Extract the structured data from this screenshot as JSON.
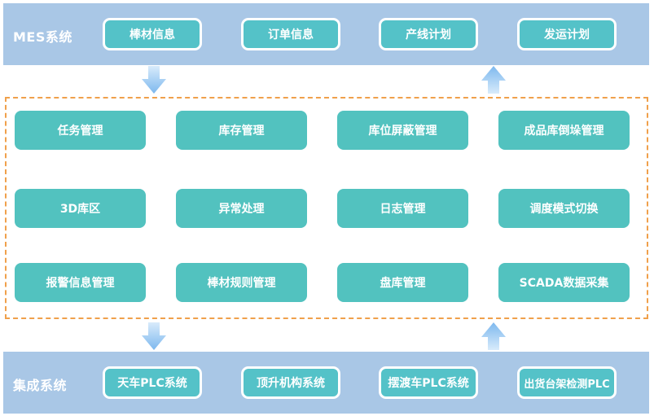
{
  "mes": {
    "title": "MES系统",
    "items": [
      {
        "label": "棒材信息"
      },
      {
        "label": "订单信息"
      },
      {
        "label": "产线计划"
      },
      {
        "label": "发运计划"
      }
    ]
  },
  "modules": [
    {
      "label": "任务管理"
    },
    {
      "label": "库存管理"
    },
    {
      "label": "库位屏蔽管理"
    },
    {
      "label": "成品库倒垛管理"
    },
    {
      "label": "3D库区"
    },
    {
      "label": "异常处理"
    },
    {
      "label": "日志管理"
    },
    {
      "label": "调度模式切换"
    },
    {
      "label": "报警信息管理"
    },
    {
      "label": "棒材规则管理"
    },
    {
      "label": "盘库管理"
    },
    {
      "label": "SCADA数据采集"
    }
  ],
  "integration": {
    "title": "集成系统",
    "items": [
      {
        "label": "天车PLC系统"
      },
      {
        "label": "顶升机构系统"
      },
      {
        "label": "摆渡车PLC系统"
      },
      {
        "label": "出货台架检测PLC"
      }
    ]
  },
  "colors": {
    "band": "#a9c7e6",
    "button": "#54c2c8",
    "module": "#52c2bf",
    "dashed_border": "#f0a04b",
    "arrow": "#8fc3f0"
  }
}
